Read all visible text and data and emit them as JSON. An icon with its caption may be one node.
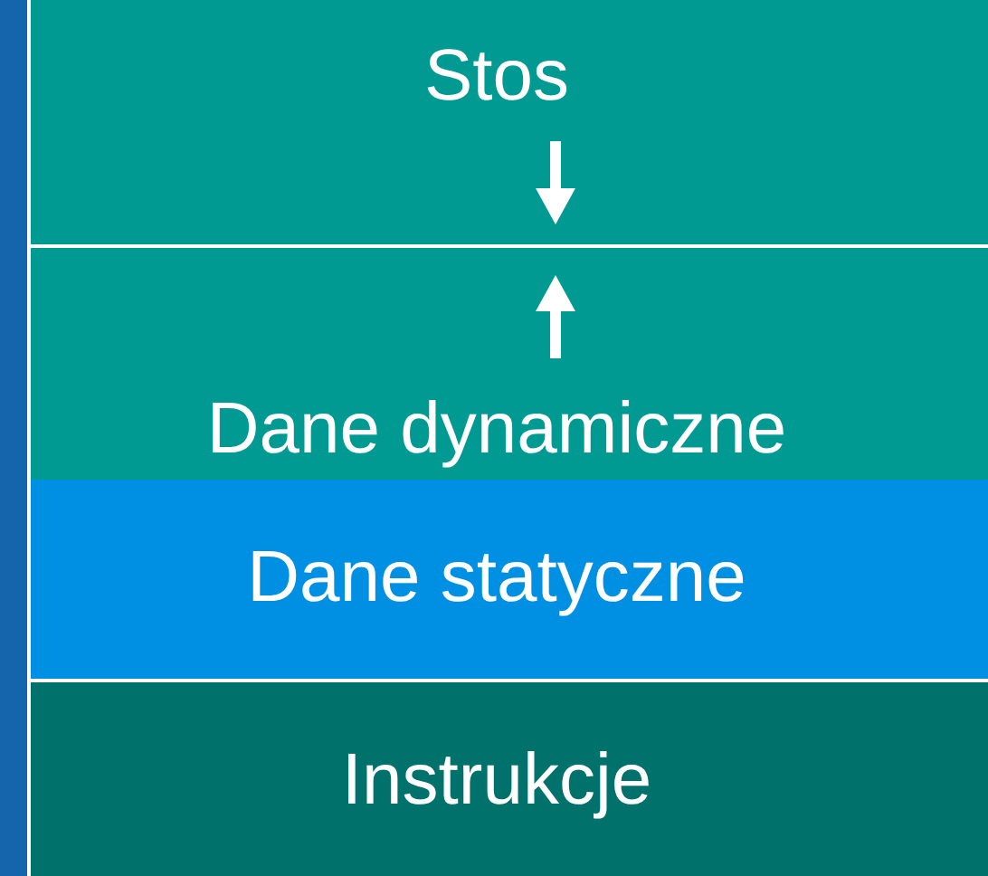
{
  "diagram": {
    "nodes": [
      {
        "text": [
          "Stos"
        ]
      },
      {
        "text": [
          "Dane dynamiczne"
        ]
      },
      {
        "text": [
          "Dane statyczne"
        ]
      },
      {
        "text": [
          "Instrukcje"
        ]
      }
    ]
  }
}
